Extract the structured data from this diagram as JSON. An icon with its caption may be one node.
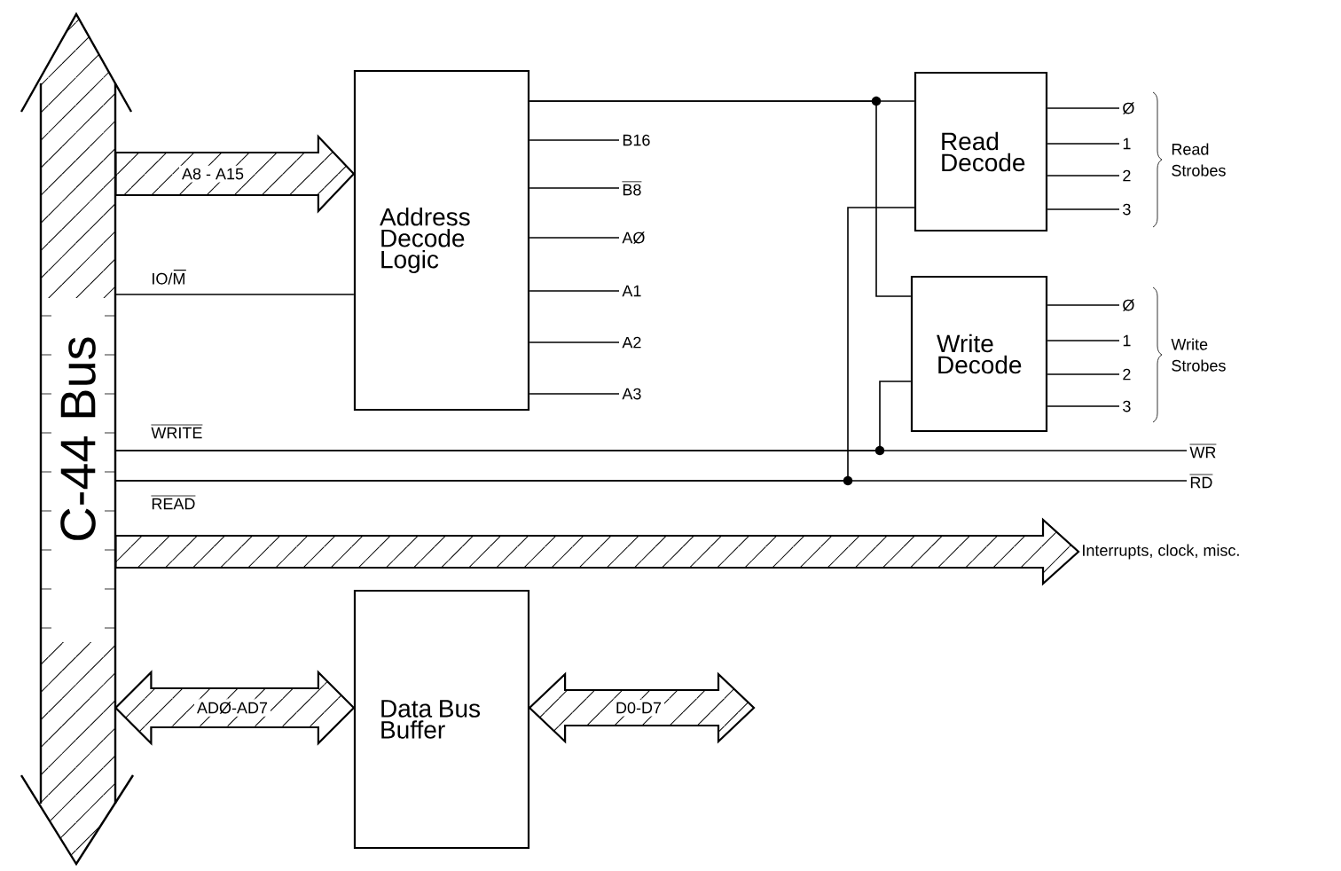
{
  "diagram": {
    "nodes": [
      {
        "text": [
          "C-44 Bus"
        ]
      },
      {
        "text": [
          "Address Decode Logic"
        ]
      },
      {
        "text": [
          "Read Decode"
        ]
      },
      {
        "text": [
          "Write Decode"
        ]
      },
      {
        "text": [
          "Data Bus Buffer"
        ]
      },
      {
        "text": [
          "Interrupts, clock, misc."
        ]
      },
      {
        "text": [
          "B16"
        ]
      },
      {
        "text": [
          "B8"
        ]
      },
      {
        "text": [
          "AØ"
        ]
      },
      {
        "text": [
          "A1"
        ]
      },
      {
        "text": [
          "A2"
        ]
      },
      {
        "text": [
          "A3"
        ]
      },
      {
        "text": [
          "Ø"
        ]
      },
      {
        "text": [
          "1"
        ]
      },
      {
        "text": [
          "2"
        ]
      },
      {
        "text": [
          "3"
        ]
      },
      {
        "text": [
          "Ø"
        ]
      },
      {
        "text": [
          "1"
        ]
      },
      {
        "text": [
          "2"
        ]
      },
      {
        "text": [
          "3"
        ]
      },
      {
        "text": [
          "WR"
        ]
      },
      {
        "text": [
          "RD"
        ]
      }
    ],
    "edges": [
      {
        "from": 0,
        "to": 1,
        "arrow": "to",
        "label": "A8 - A15",
        "style": "thick"
      },
      {
        "from": 0,
        "to": 1,
        "arrow": "none",
        "label": "IO/M"
      },
      {
        "from": 1,
        "to": 2,
        "arrow": "none"
      },
      {
        "from": 1,
        "to": 3,
        "arrow": "none"
      },
      {
        "from": 0,
        "to": 20,
        "arrow": "none",
        "label": "WRITE"
      },
      {
        "from": 0,
        "to": 21,
        "arrow": "none",
        "label": "READ"
      },
      {
        "from": 0,
        "to": 5,
        "arrow": "to",
        "style": "thick"
      },
      {
        "from": 0,
        "to": 4,
        "arrow": "both",
        "label": "ADØ-AD7",
        "style": "thick"
      },
      {
        "from": 4,
        "to": null,
        "arrow": "both",
        "label": "D0-D7",
        "style": "thick"
      },
      {
        "from": 0,
        "to": 3,
        "arrow": "none"
      },
      {
        "from": 0,
        "to": 2,
        "arrow": "none"
      },
      {
        "from": 1,
        "to": 6,
        "arrow": "none"
      },
      {
        "from": 1,
        "to": 7,
        "arrow": "none"
      },
      {
        "from": 1,
        "to": 8,
        "arrow": "none"
      },
      {
        "from": 1,
        "to": 9,
        "arrow": "none"
      },
      {
        "from": 1,
        "to": 10,
        "arrow": "none"
      },
      {
        "from": 1,
        "to": 11,
        "arrow": "none"
      },
      {
        "from": 2,
        "to": 12,
        "arrow": "none"
      },
      {
        "from": 2,
        "to": 13,
        "arrow": "none"
      },
      {
        "from": 2,
        "to": 14,
        "arrow": "none"
      },
      {
        "from": 2,
        "to": 15,
        "arrow": "none"
      },
      {
        "from": 3,
        "to": 16,
        "arrow": "none"
      },
      {
        "from": 3,
        "to": 17,
        "arrow": "none"
      },
      {
        "from": 3,
        "to": 18,
        "arrow": "none"
      },
      {
        "from": 3,
        "to": 19,
        "arrow": "none"
      }
    ],
    "labels": [
      "Read Strobes",
      "Write Strobes"
    ]
  }
}
